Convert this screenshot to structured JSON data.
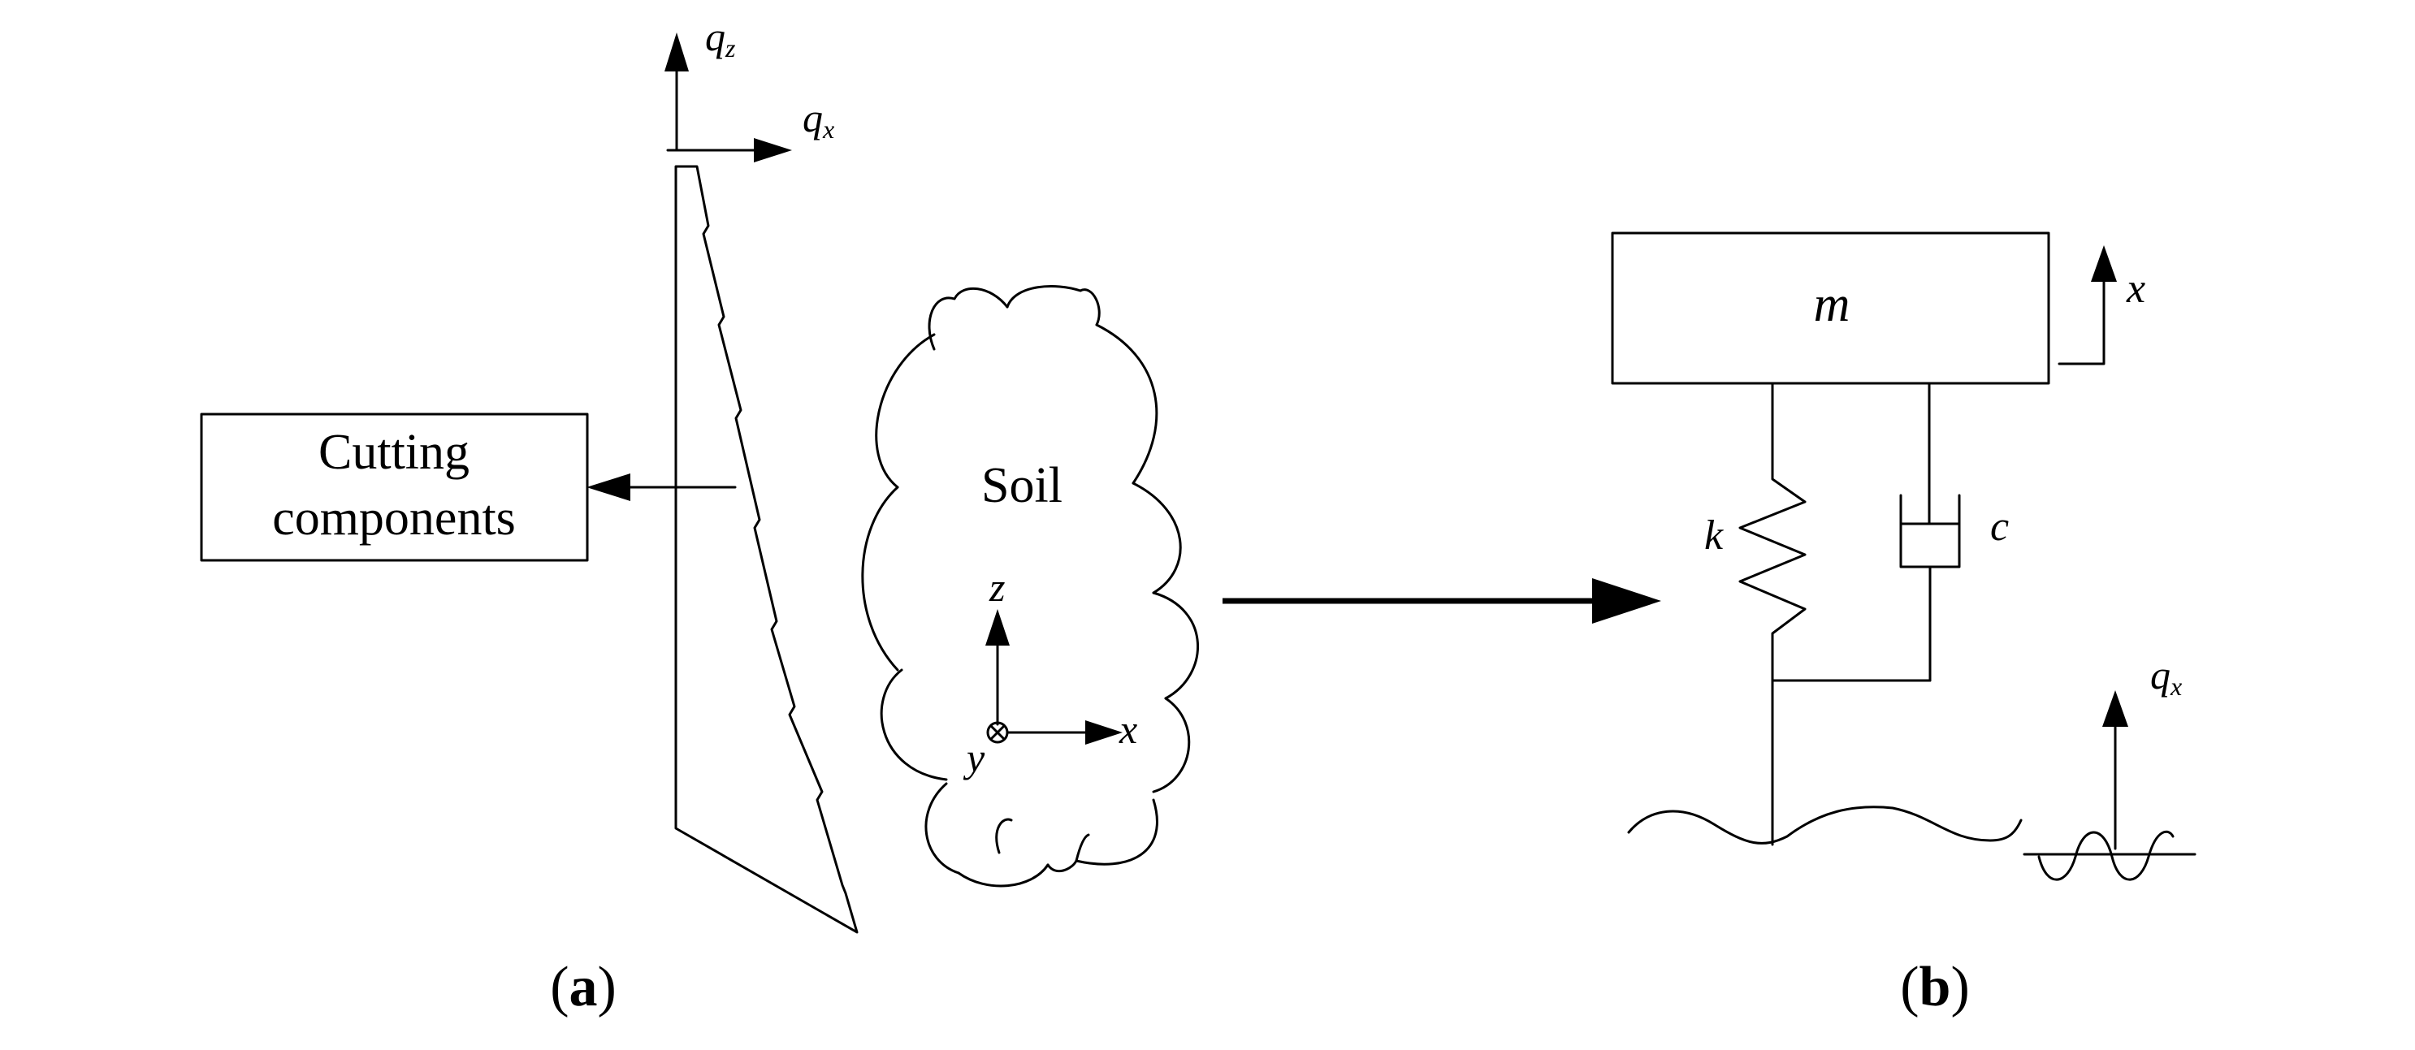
{
  "panel_a": {
    "box_line1": "Cutting",
    "box_line2": "components",
    "blade_axis_vertical": "q",
    "blade_axis_vertical_sub": "z",
    "blade_axis_horizontal": "q",
    "blade_axis_horizontal_sub": "x",
    "soil_label": "Soil",
    "soil_axis_z": "z",
    "soil_axis_x": "x",
    "soil_axis_y": "y",
    "caption_open": "(",
    "caption_letter": "a",
    "caption_close": ")"
  },
  "panel_b": {
    "mass_label": "m",
    "mass_displacement": "x",
    "spring_label": "k",
    "damper_label": "c",
    "excitation_label": "q",
    "excitation_sub": "x",
    "caption_open": "(",
    "caption_letter": "b",
    "caption_close": ")"
  }
}
